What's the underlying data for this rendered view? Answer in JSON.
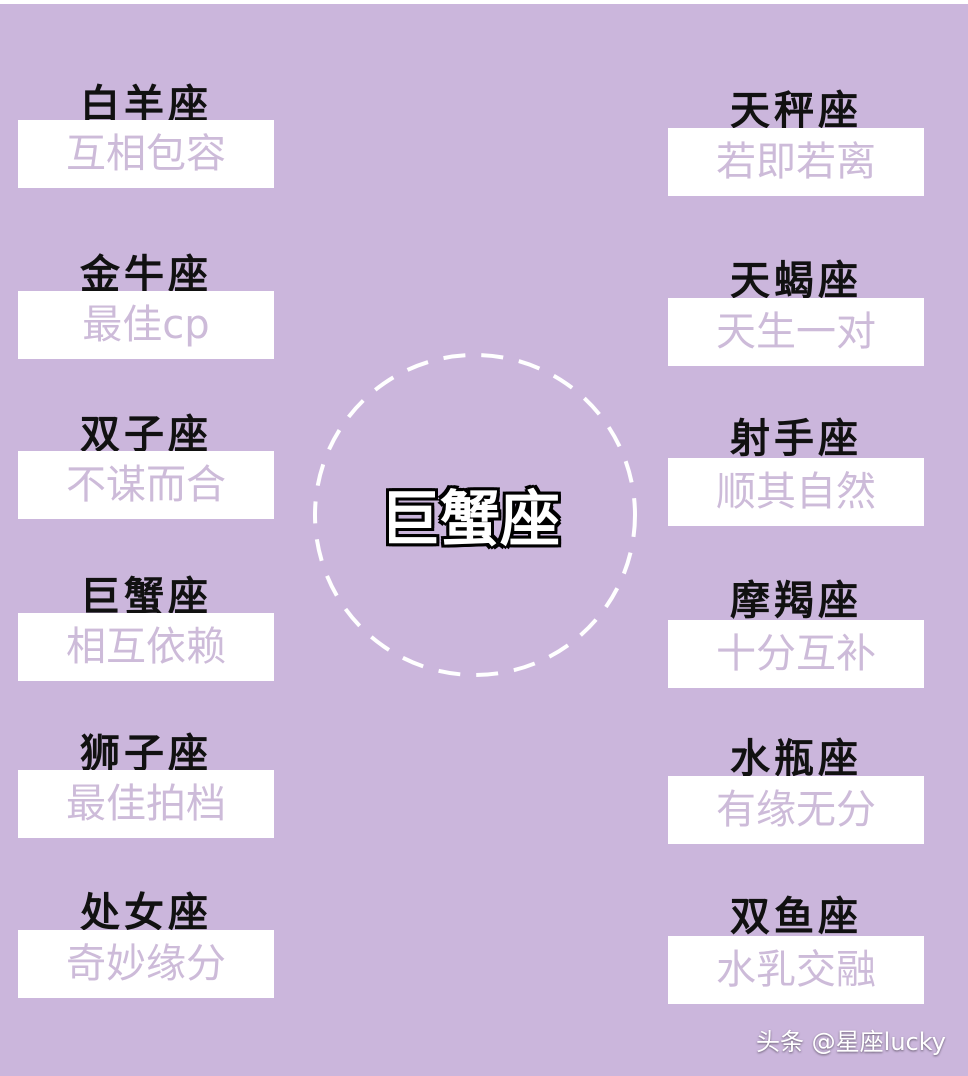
{
  "center": {
    "title": "巨蟹座"
  },
  "left_column": [
    {
      "sign": "白羊座",
      "relation": "互相包容"
    },
    {
      "sign": "金牛座",
      "relation": "最佳cp"
    },
    {
      "sign": "双子座",
      "relation": "不谋而合"
    },
    {
      "sign": "巨蟹座",
      "relation": "相互依赖"
    },
    {
      "sign": "狮子座",
      "relation": "最佳拍档"
    },
    {
      "sign": "处女座",
      "relation": "奇妙缘分"
    }
  ],
  "right_column": [
    {
      "sign": "天秤座",
      "relation": "若即若离"
    },
    {
      "sign": "天蝎座",
      "relation": "天生一对"
    },
    {
      "sign": "射手座",
      "relation": "顺其自然"
    },
    {
      "sign": "摩羯座",
      "relation": "十分互补"
    },
    {
      "sign": "水瓶座",
      "relation": "有缘无分"
    },
    {
      "sign": "双鱼座",
      "relation": "水乳交融"
    }
  ],
  "watermark": "头条 @星座lucky",
  "colors": {
    "background": "#cbb6dc",
    "box": "#ffffff",
    "relation_text": "#cdbbd9",
    "sign_text": "#111111"
  }
}
